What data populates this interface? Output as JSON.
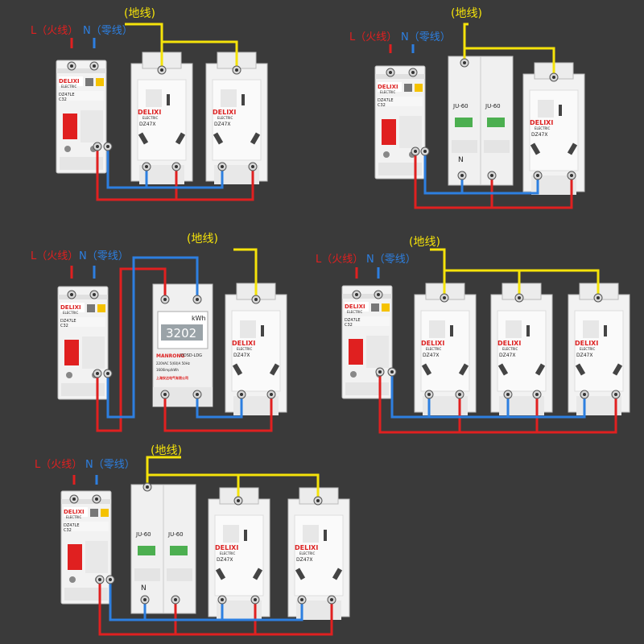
{
  "labels": {
    "live": "L（火线）",
    "neutral": "N（零线）",
    "earth": "(地线)"
  },
  "device_text": {
    "breaker_brand": "DELIXI",
    "breaker_sub": "ELECTRIC",
    "breaker_model": "DZ47LE",
    "breaker_rating": "C32",
    "socket_brand": "DELIXI",
    "socket_sub": "ELECTRIC",
    "socket_model": "DZ47X",
    "spd_model": "JU-60",
    "spd_mark": "N",
    "meter_unit": "kWh",
    "meter_value": "3202",
    "meter_brand": "MANRONG",
    "meter_model": "DDSD-LDG",
    "meter_spec": "220VAC 5(60)A 50Hz",
    "meter_imp": "1600imp/kWh",
    "meter_maker": "上海安达电气有限公司"
  },
  "colors": {
    "live": "#e02020",
    "neutral": "#2d7fe0",
    "earth": "#f5e30a",
    "background": "#3a3a3a",
    "device": "#f2f2f2"
  }
}
